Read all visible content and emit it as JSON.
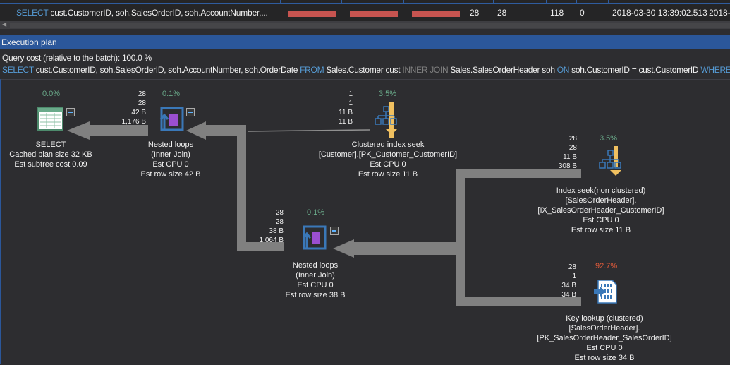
{
  "results_grid": {
    "row": {
      "query_keyword": "SELECT",
      "query_rest": " cust.CustomerID, soh.SalesOrderID, soh.AccountNumber,...",
      "col_a": "28",
      "col_b": "28",
      "col_c": "118",
      "col_d": "0",
      "start_time": "2018-03-30 13:39:02.513",
      "end_time": "2018-"
    }
  },
  "panel": {
    "title": "Execution plan",
    "query_cost": "Query cost (relative to the batch):  100.0 %",
    "sql": [
      {
        "t": "SELECT",
        "k": "kw"
      },
      {
        "t": " cust.CustomerID, soh.SalesOrderID, soh.AccountNumber, soh.OrderDate ",
        "k": ""
      },
      {
        "t": "FROM",
        "k": "kw"
      },
      {
        "t": " Sales.Customer cust ",
        "k": ""
      },
      {
        "t": "INNER JOIN",
        "k": "gk"
      },
      {
        "t": " Sales.SalesOrderHeader soh ",
        "k": ""
      },
      {
        "t": "ON",
        "k": "kw"
      },
      {
        "t": " soh.CustomerID = cust.CustomerID ",
        "k": ""
      },
      {
        "t": "WHERE",
        "k": "kw"
      }
    ]
  },
  "nodes": {
    "select": {
      "pct": "0.0%",
      "l1": "SELECT",
      "l2": "Cached plan size  32 KB",
      "l3": "Est subtree cost  0.09"
    },
    "nl1": {
      "pct": "0.1%",
      "l1": "Nested loops",
      "l2": "(Inner Join)",
      "l3": "Est CPU  0",
      "l4": "Est row size  42 B",
      "rows": [
        "28",
        "28",
        "42 B",
        "1,176 B"
      ]
    },
    "cis": {
      "pct": "3.5%",
      "l1": "Clustered index seek",
      "l2": "[Customer].[PK_Customer_CustomerID]",
      "l3": "Est CPU  0",
      "l4": "Est row size  11 B",
      "rows": [
        "1",
        "1",
        "11 B",
        "11 B"
      ]
    },
    "nl2": {
      "pct": "0.1%",
      "l1": "Nested loops",
      "l2": "(Inner Join)",
      "l3": "Est CPU  0",
      "l4": "Est row size  38 B",
      "rows": [
        "28",
        "28",
        "38 B",
        "1,064 B"
      ]
    },
    "is": {
      "pct": "3.5%",
      "l1": "Index seek(non clustered)",
      "l2": "[SalesOrderHeader].",
      "l3": "[IX_SalesOrderHeader_CustomerID]",
      "l4": "Est CPU  0",
      "l5": "Est row size  11 B",
      "rows": [
        "28",
        "28",
        "11 B",
        "308 B"
      ]
    },
    "kl": {
      "pct": "92.7%",
      "l1": "Key lookup (clustered)",
      "l2": "[SalesOrderHeader].",
      "l3": "[PK_SalesOrderHeader_SalesOrderID]",
      "l4": "Est CPU  0",
      "l5": "Est row size  34 B",
      "rows": [
        "28",
        "1",
        "34 B",
        "34 B"
      ]
    }
  }
}
